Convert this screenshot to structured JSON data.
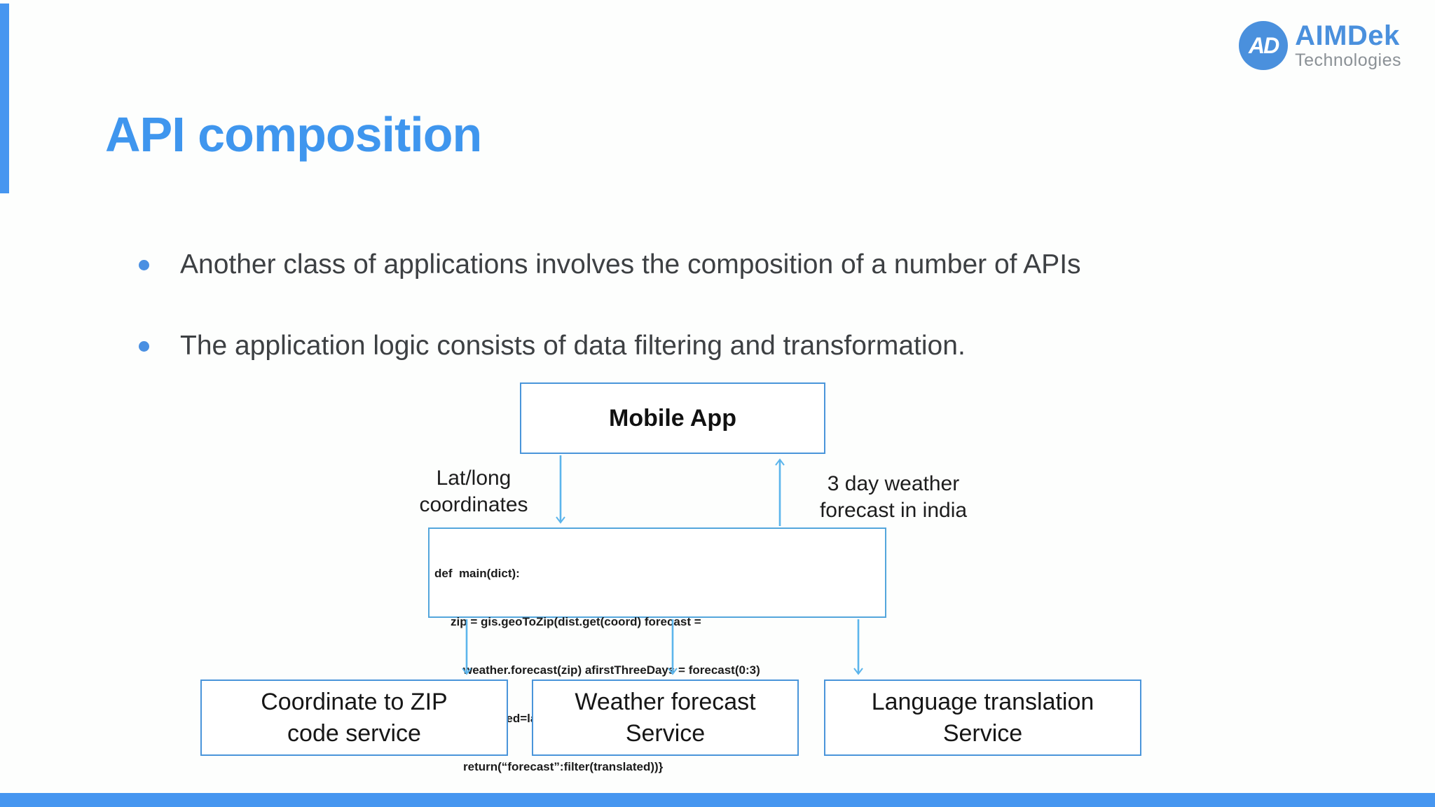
{
  "slide": {
    "title": "API composition",
    "bullets": [
      "Another class of applications involves the composition of a number of APIs",
      "The application logic consists of data filtering and transformation."
    ]
  },
  "logo": {
    "monogram": "AD",
    "name": "AIMDek",
    "subtitle": "Technologies"
  },
  "diagram": {
    "mobile_app_label": "Mobile App",
    "code": {
      "lines": [
        "def  main(dict):",
        "zip = gis.geoToZip(dist.get(coord) forecast =",
        "weather.forecast(zip) afirstThreeDays = forecast(0:3)",
        "translated=language.translate(firstThreedays,“en”,“mal”)",
        "return(“forecast”:filter(translated))}"
      ]
    },
    "labels": {
      "request": "Lat/long\ncoordinates",
      "response": "3 day weather\nforecast in india"
    },
    "services": [
      "Coordinate to ZIP\ncode service",
      "Weather forecast\nService",
      "Language translation\nService"
    ]
  },
  "colors": {
    "accent": "#4696F0",
    "title": "#3F96EE",
    "arrow": "#5CB5EC",
    "box_border": "#4A95DA",
    "logo_blue": "#4A90DD",
    "logo_gray": "#8B9196",
    "text": "#3D4043"
  }
}
